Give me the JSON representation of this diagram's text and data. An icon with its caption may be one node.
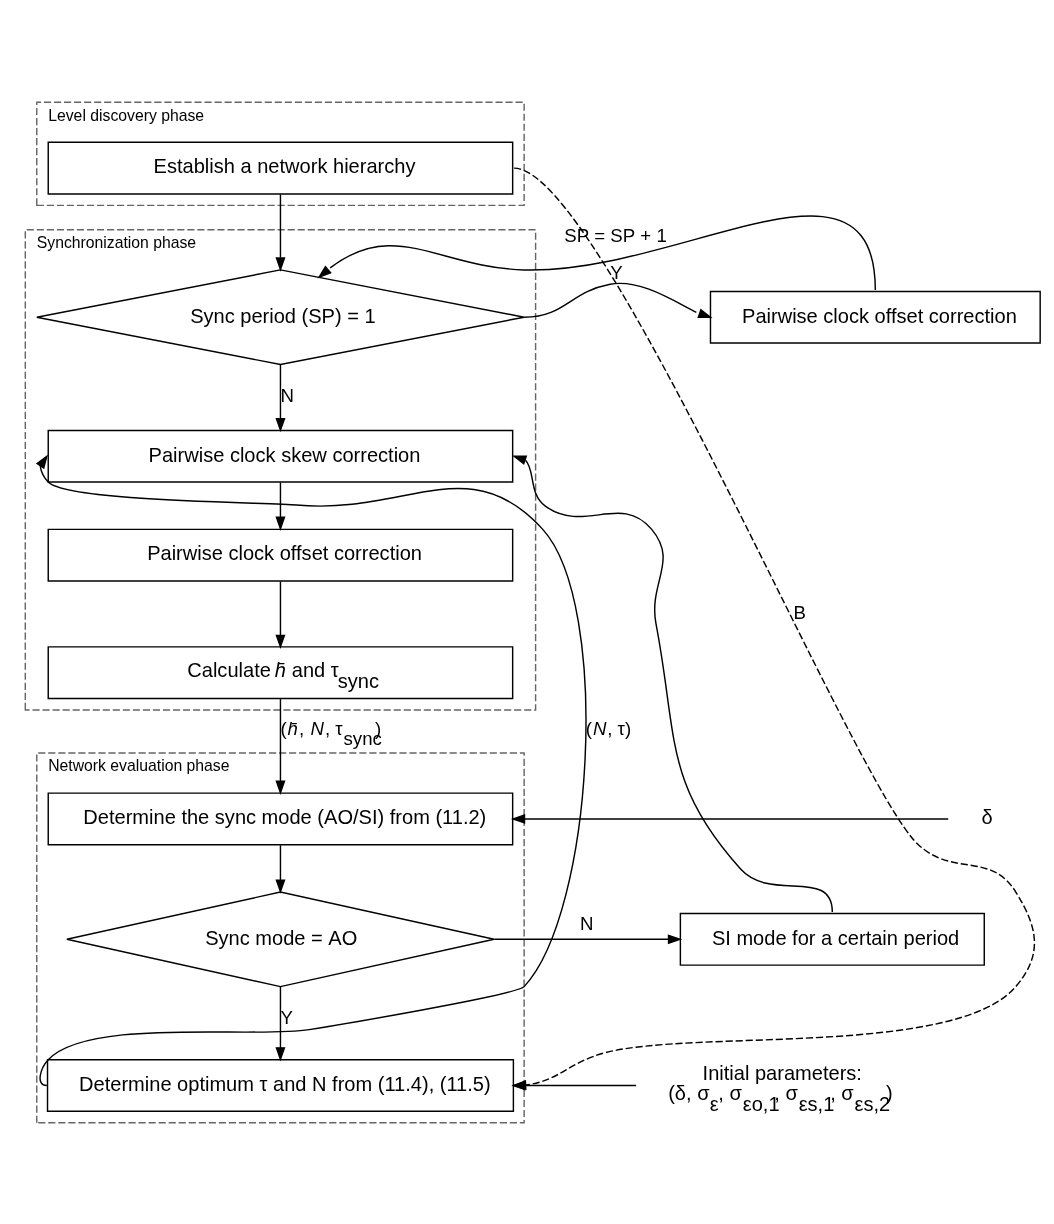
{
  "diagram": {
    "nodes": [
      {
        "text": [
          "Level discovery phase"
        ]
      },
      {
        "text": [
          "Establish a network hierarchy"
        ],
        "in": 0
      },
      {
        "text": [
          "Synchronization phase"
        ]
      },
      {
        "text": [
          "Sync period (SP) = 1"
        ],
        "in": 2
      },
      {
        "text": [
          "Pairwise clock skew correction"
        ],
        "in": 2
      },
      {
        "text": [
          "Pairwise clock offset correction"
        ],
        "in": 2
      },
      {
        "text": [
          "Calculate *h̄* and τ$_{sync}$"
        ],
        "in": 2
      },
      {
        "text": [
          "Pairwise clock offset correction"
        ]
      },
      {
        "text": [
          "Network evaluation phase"
        ]
      },
      {
        "text": [
          "Determine the sync mode (AO/SI) from (11.2)"
        ],
        "in": 8
      },
      {
        "text": [
          "Sync mode = AO"
        ],
        "in": 8
      },
      {
        "text": [
          "Determine optimum τ and N from (11.4), (11.5)"
        ],
        "in": 8
      },
      {
        "text": [
          "SI mode for a certain period"
        ]
      },
      {
        "text": [
          "δ"
        ]
      },
      {
        "text": [
          "Initial parameters:",
          "(δ, σ$_{ε}$, σ$_{εo,1}$, σ$_{εs,1}$, σ$_{εs,2}$)"
        ]
      }
    ],
    "edges": [
      {
        "from": 1,
        "to": 3,
        "arrow": "to"
      },
      {
        "from": 7,
        "to": 3,
        "arrow": "to",
        "label": "SP = SP + 1"
      },
      {
        "from": 3,
        "to": 7,
        "arrow": "to",
        "label": "Y"
      },
      {
        "from": 3,
        "to": 4,
        "arrow": "to",
        "label": "N"
      },
      {
        "from": 4,
        "to": 5,
        "arrow": "to"
      },
      {
        "from": 5,
        "to": 6,
        "arrow": "to"
      },
      {
        "from": 6,
        "to": 9,
        "arrow": "to",
        "label": "(*h̄*, *N*, τ$_{sync}$)"
      },
      {
        "from": 13,
        "to": 9,
        "arrow": "to"
      },
      {
        "from": 9,
        "to": 10,
        "arrow": "to"
      },
      {
        "from": 10,
        "to": 12,
        "arrow": "to",
        "label": "N"
      },
      {
        "from": 10,
        "to": 11,
        "arrow": "to",
        "label": "Y"
      },
      {
        "from": 12,
        "to": 4,
        "arrow": "to"
      },
      {
        "from": 14,
        "to": 11,
        "arrow": "to"
      },
      {
        "from": 11,
        "to": 4,
        "arrow": "to",
        "label": "(*N*, τ)"
      },
      {
        "from": 1,
        "to": 11,
        "arrow": "to",
        "label": "B",
        "style": "dashed"
      }
    ]
  }
}
